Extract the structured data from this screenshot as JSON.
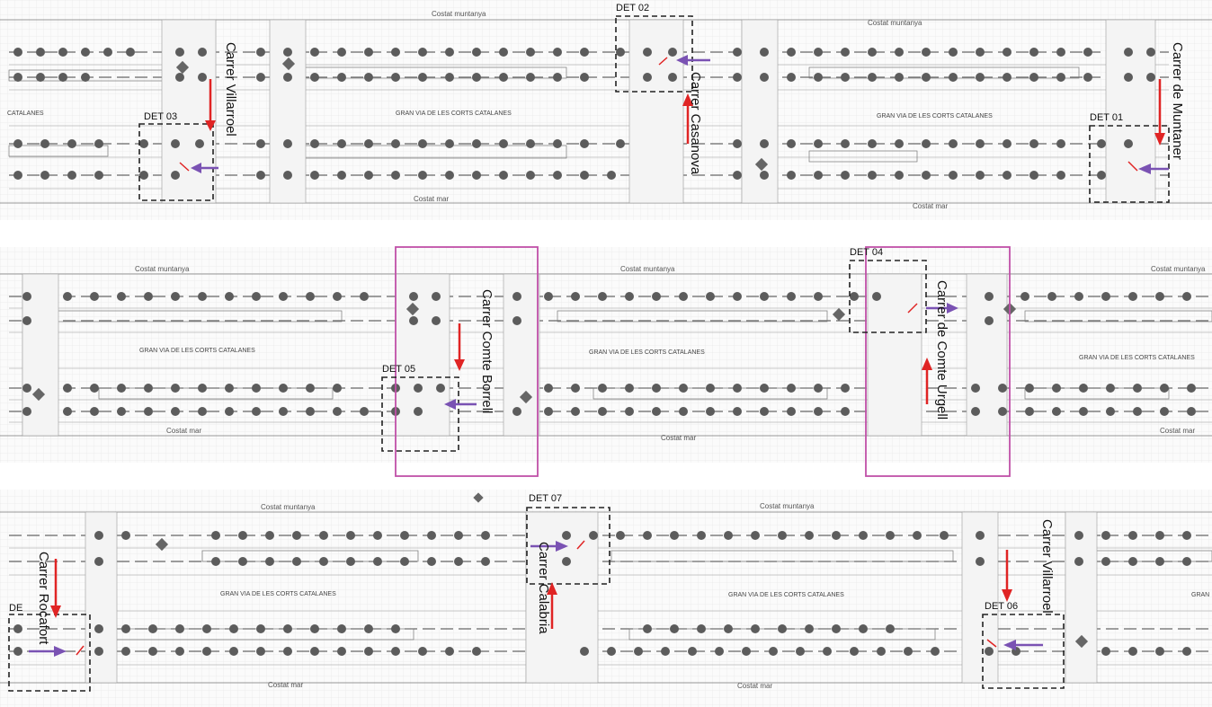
{
  "strips": [
    {
      "id": "strip-1",
      "top_label_a": "Costat muntanya",
      "top_label_b": "Costat muntanya",
      "avenue_a": "GRAN VIA DE LES CORTS CATALANES",
      "avenue_b": "GRAN VIA DE LES CORTS CATALANES",
      "bottom_label_a": "Costat mar",
      "bottom_label_b": "Costat mar",
      "partial_label": "CATALANES",
      "streets": [
        "Carrer Villarroel",
        "Carrer Casanova",
        "Carrer de Muntaner"
      ],
      "details": [
        "DET 03",
        "DET 02",
        "DET 01"
      ]
    },
    {
      "id": "strip-2",
      "top_label_a": "Costat muntanya",
      "top_label_b": "Costat muntanya",
      "top_label_c": "Costat muntanya",
      "avenue_a": "GRAN VIA DE LES CORTS CATALANES",
      "avenue_b": "GRAN VIA DE LES CORTS CATALANES",
      "avenue_c": "GRAN VIA DE LES CORTS CATALANES",
      "bottom_label_a": "Costat mar",
      "bottom_label_b": "Costat mar",
      "bottom_label_c": "Costat mar",
      "streets": [
        "Carrer Comte Borrell",
        "Carrer de Comte Urgell"
      ],
      "details": [
        "DET 05",
        "DET 04"
      ]
    },
    {
      "id": "strip-3",
      "top_label_a": "Costat muntanya",
      "top_label_b": "Costat muntanya",
      "avenue_a": "GRAN VIA DE LES CORTS CATALANES",
      "avenue_b": "GRAN VIA DE LES CORTS CATALANES",
      "avenue_c": "GRAN",
      "bottom_label_a": "Costat mar",
      "bottom_label_b": "Costat mar",
      "streets": [
        "Carrer Rocafort",
        "Carrer Calabria",
        "Carrer Villarroel"
      ],
      "details": [
        "DE",
        "DET 07",
        "DET 06"
      ]
    }
  ],
  "colors": {
    "red_arrow": "#e02424",
    "purple_arrow": "#7a52b3",
    "magenta_frame": "#c050a8",
    "node": "#5c5c5c"
  }
}
